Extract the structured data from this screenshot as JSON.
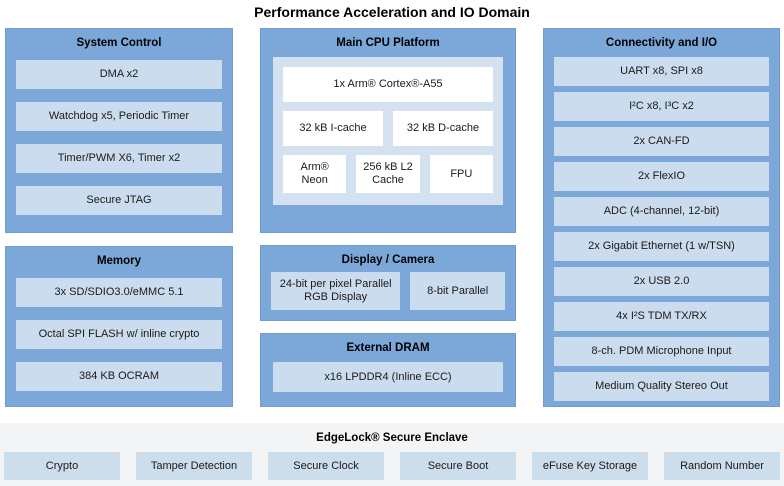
{
  "title": "Performance Acceleration and IO Domain",
  "colors": {
    "panel_blue": "#7BA7D9",
    "item_light_blue": "#CBDCEE",
    "cpu_inner_blue": "#D3E1F0",
    "white_box": "#FFFFFF",
    "enclave_background": "#F2F4F6"
  },
  "system_control": {
    "title": "System Control",
    "items": [
      "DMA x2",
      "Watchdog x5, Periodic Timer",
      "Timer/PWM X6, Timer x2",
      "Secure JTAG"
    ]
  },
  "memory": {
    "title": "Memory",
    "items": [
      "3x SD/SDIO3.0/eMMC 5.1",
      "Octal SPI FLASH w/ inline crypto",
      "384 KB OCRAM"
    ]
  },
  "main_cpu": {
    "title": "Main CPU Platform",
    "core": "1x Arm® Cortex®-A55",
    "caches": [
      "32 kB I-cache",
      "32 kB D-cache"
    ],
    "units": [
      "Arm® Neon",
      "256 kB L2 Cache",
      "FPU"
    ]
  },
  "display_camera": {
    "title": "Display / Camera",
    "items": [
      "24-bit per pixel Parallel RGB Display",
      "8-bit Parallel"
    ]
  },
  "external_dram": {
    "title": "External DRAM",
    "items": [
      "x16 LPDDR4 (Inline ECC)"
    ]
  },
  "connectivity": {
    "title": "Connectivity and I/O",
    "items": [
      "UART x8, SPI x8",
      "I²C x8, I³C x2",
      "2x CAN-FD",
      "2x FlexIO",
      "ADC (4-channel, 12-bit)",
      "2x Gigabit Ethernet (1 w/TSN)",
      "2x USB 2.0",
      "4x I²S TDM TX/RX",
      "8-ch. PDM Microphone Input",
      "Medium Quality Stereo Out"
    ]
  },
  "secure_enclave": {
    "title": "EdgeLock® Secure Enclave",
    "items": [
      "Crypto",
      "Tamper Detection",
      "Secure Clock",
      "Secure Boot",
      "eFuse Key Storage",
      "Random Number"
    ]
  }
}
